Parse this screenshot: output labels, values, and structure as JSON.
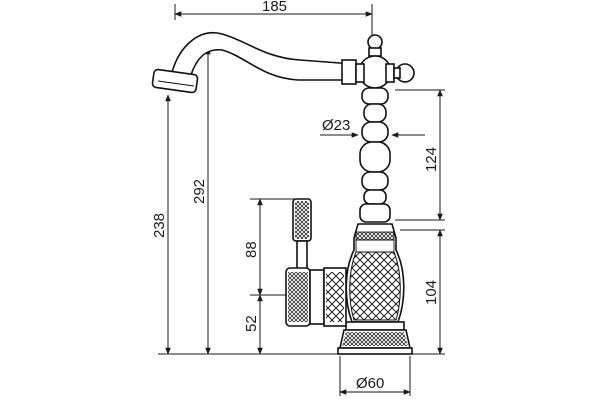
{
  "drawing": {
    "dimensions": {
      "top_width": "185",
      "spout_height": "292",
      "total_height": "238",
      "upper_body": "124",
      "diameter_body": "Ø23",
      "handle_height": "88",
      "lower_body": "104",
      "handle_offset": "52",
      "base_diameter": "Ø60"
    }
  }
}
